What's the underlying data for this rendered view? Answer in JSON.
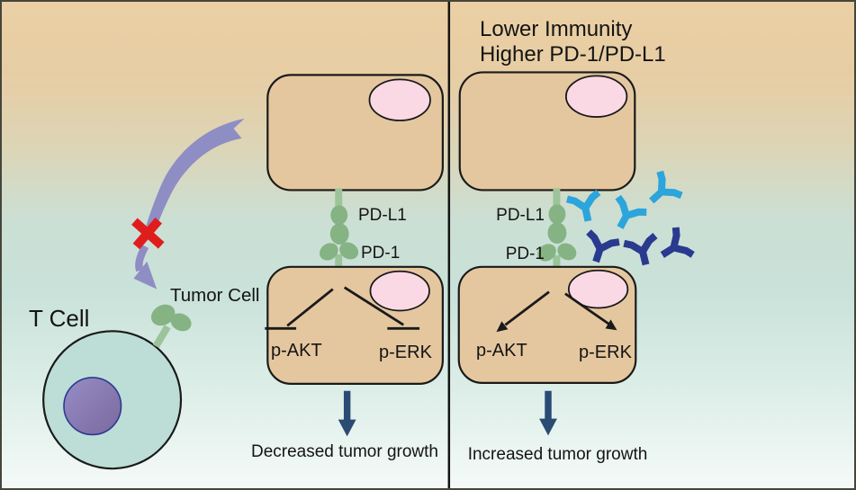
{
  "figure": {
    "type": "pathway-diagram",
    "subject": "PD-1/PD-L1 immune checkpoint signaling between tumor cell and T cell"
  },
  "left_panel": {
    "t_cell_label": "T Cell",
    "tumor_cell_label": "Tumor Cell"
  },
  "middle_panel": {
    "pdl1_label": "PD-L1",
    "pd1_label": "PD-1",
    "pakt_label": "p-AKT",
    "perk_label": "p-ERK",
    "caption": "Decreased tumor growth"
  },
  "right_panel": {
    "title_line1": "Lower Immunity",
    "title_line2": "Higher PD-1/PD-L1",
    "pdl1_label": "PD-L1",
    "pd1_label": "PD-1",
    "pakt_label": "p-AKT",
    "perk_label": "p-ERK",
    "caption": "Increased tumor growth"
  },
  "icons": {
    "antibody_light": "antibody-icon (light blue)",
    "antibody_dark": "antibody-icon (dark navy)",
    "blocked_x": "red-x-blocked-icon",
    "pdl1_ligand": "green bead ligand",
    "pd1_receptor": "green clover receptor"
  },
  "colors": {
    "cell_body_tan": "#e5c79f",
    "nucleus_pink": "#fad9e5",
    "t_cell_body": "#bdded6",
    "t_cell_nucleus": "#8a7ebc",
    "receptor_green": "#85b383",
    "stem_green": "#9cc49a",
    "antibody_light_blue": "#2ba5db",
    "antibody_dark_blue": "#2a3a8e",
    "navy_arrow": "#2a4b74",
    "purple_arrow": "#8e8dc4",
    "blocked_x_red": "#e01d1d",
    "outline_black": "#1a1a1a",
    "background_top": "#ebd0a5",
    "background_middle": "#c9e2da",
    "background_bottom": "#f4faf7"
  }
}
